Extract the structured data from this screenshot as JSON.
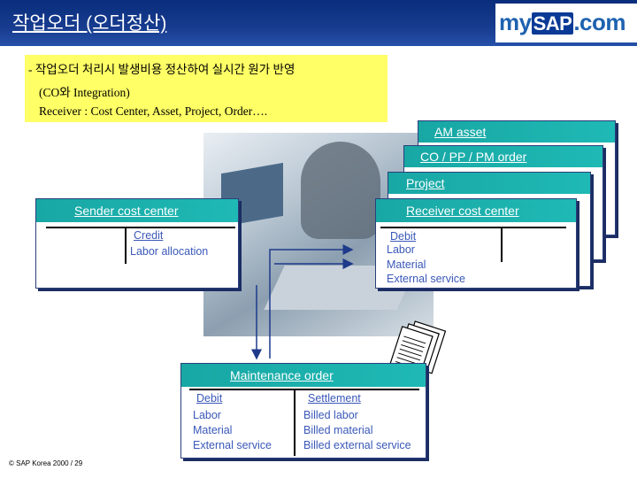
{
  "header": {
    "title": "작업오더 (오더정산)"
  },
  "logo": {
    "my": "my",
    "sap": "SAP",
    "com": ".com"
  },
  "note": {
    "line1": "- 작업오더 처리시 발생비용 정산하여 실시간 원가 반영",
    "line2": "(CO와 Integration)",
    "line3": "Receiver : Cost Center, Asset, Project, Order…."
  },
  "stack": {
    "am_asset": "AM asset",
    "co_pp_pm": "CO / PP / PM order",
    "project": "Project"
  },
  "sender": {
    "title": "Sender cost center",
    "credit": "Credit",
    "labor_allocation": "Labor allocation"
  },
  "receiver": {
    "title": "Receiver cost center",
    "debit": "Debit",
    "labor": "Labor",
    "material": "Material",
    "external_service": "External service"
  },
  "maintenance": {
    "title": "Maintenance order",
    "debit": "Debit",
    "labor": "Labor",
    "material": "Material",
    "external_service": "External service",
    "settlement": "Settlement",
    "billed_labor": "Billed labor",
    "billed_material": "Billed material",
    "billed_external_service": "Billed external service"
  },
  "footer": {
    "copyright": "© SAP Korea 2000 / 29"
  },
  "colors": {
    "header": "#173c8f",
    "teal": "#1fb9b5",
    "note": "#ffff66",
    "text_blue": "#3a58b8"
  }
}
